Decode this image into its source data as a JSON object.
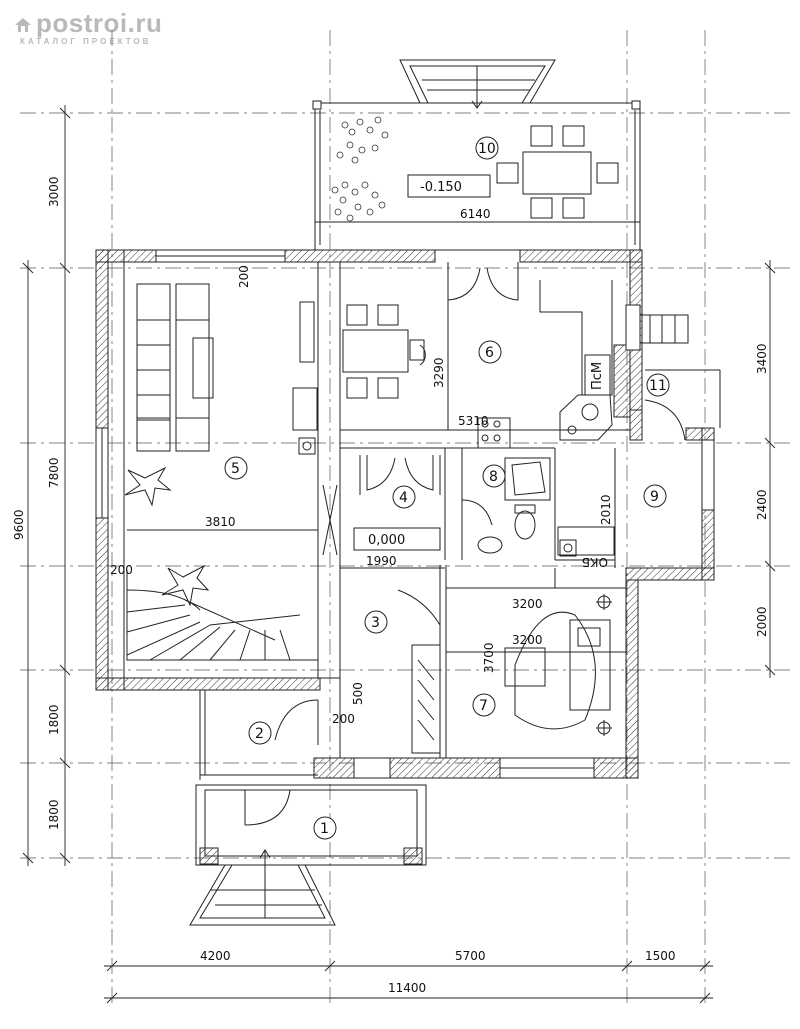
{
  "watermark": {
    "site": "postroi.ru",
    "subtitle": "КАТАЛОГ ПРОЕКТОВ",
    "icon": "house-icon"
  },
  "dimensions": {
    "left": [
      "3000",
      "9600",
      "7800",
      "1800",
      "1800"
    ],
    "right": [
      "3400",
      "2400",
      "2000"
    ],
    "bottom": [
      "4200",
      "5700",
      "1500",
      "11400"
    ],
    "interior": [
      "6140",
      "200",
      "3290",
      "5310",
      "3810",
      "1990",
      "200",
      "2010",
      "3200",
      "3200",
      "3700",
      "500",
      "200"
    ]
  },
  "elevations": {
    "terrace": "-0.150",
    "floor": "0,000"
  },
  "rooms": [
    "1",
    "2",
    "3",
    "4",
    "5",
    "6",
    "7",
    "8",
    "9",
    "10",
    "11"
  ],
  "equipment": {
    "stove": "ПсМ",
    "boiler": "ОКБ"
  }
}
